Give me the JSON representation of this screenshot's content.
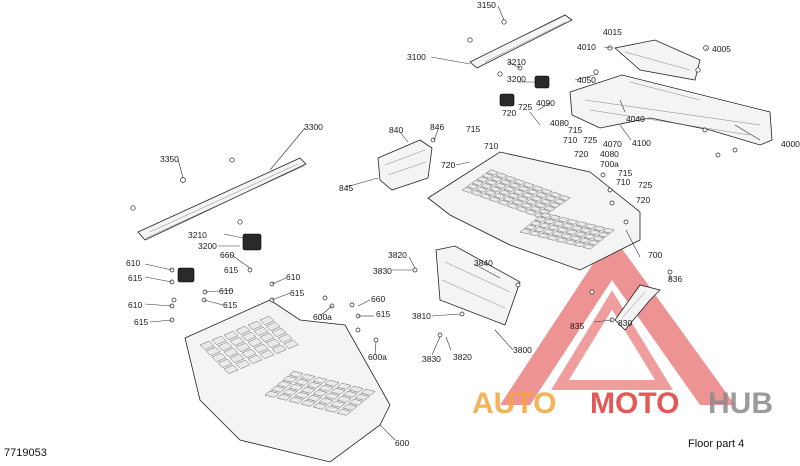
{
  "footer": {
    "diagram_id": "7719053",
    "title": "Floor part 4"
  },
  "watermark": {
    "brand_auto": "AUTO",
    "brand_moto": "MOTO",
    "brand_hub": "HUB",
    "color_red": "#e03b3b",
    "color_orange": "#f2a73a",
    "color_gray": "#8a8a8a"
  },
  "callouts": {
    "c3150": "3150",
    "c3100": "3100",
    "c3210_top": "3210",
    "c3200_top": "3200",
    "c4015": "4015",
    "c4010": "4010",
    "c4005": "4005",
    "c4050": "4050",
    "c4090": "4090",
    "c720_a": "720",
    "c725_a": "725",
    "c4080_a": "4080",
    "c4040": "4040",
    "c4100": "4100",
    "c4000": "4000",
    "c3300": "3300",
    "c840": "840",
    "c846": "846",
    "c715_a": "715",
    "c710_a": "710",
    "c715_b": "715",
    "c710_b": "710",
    "c725_b": "725",
    "c4070": "4070",
    "c720_b": "720",
    "c4080_b": "4080",
    "c700a": "700a",
    "c3350": "3350",
    "c845": "845",
    "c720_c": "720",
    "c715_c": "715",
    "c710_c": "710",
    "c725_c": "725",
    "c720_d": "720",
    "c3210_l": "3210",
    "c3200_l": "3200",
    "c660_a": "660",
    "c615_a": "615",
    "c610_a": "610",
    "c610_b": "610",
    "c615_b": "615",
    "c610_c": "610",
    "c615_c": "615",
    "c610_d": "610",
    "c615_d": "615",
    "c615_e": "615",
    "c3820_a": "3820",
    "c3830_a": "3830",
    "c3840": "3840",
    "c700": "700",
    "c836": "836",
    "c3810": "3810",
    "c835": "835",
    "c830": "830",
    "c660_b": "660",
    "c615_f": "615",
    "c600a_a": "600a",
    "c600a_b": "600a",
    "c3800": "3800",
    "c3830_b": "3830",
    "c3820_b": "3820",
    "c600": "600"
  }
}
